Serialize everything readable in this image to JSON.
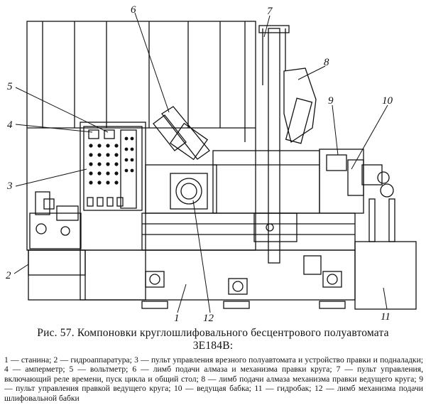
{
  "figure": {
    "callouts": [
      "1",
      "2",
      "3",
      "4",
      "5",
      "6",
      "7",
      "8",
      "9",
      "10",
      "11",
      "12"
    ]
  },
  "caption": {
    "line1": "Рис. 57. Компоновки круглошлифовального бесцентрового полуавтомата",
    "line2": "3Е184В:"
  },
  "legend": {
    "text": "1 — станина; 2 — гидроаппаратура; 3 — пульт управления врезного полуавтомата и устройство правки и подналадки; 4 — амперметр; 5 — вольтметр; 6 — лимб подачи алмаза и механизма правки круга; 7 — пульт управления, включающий реле времени, пуск цикла и общий стол; 8 — лимб подачи алмаза механизма правки ведущего круга; 9 — пульт управления правкой ведущего круга; 10 — ведущая бабка; 11 — гидробак; 12 — лимб механизма подачи шлифовальной бабки"
  }
}
